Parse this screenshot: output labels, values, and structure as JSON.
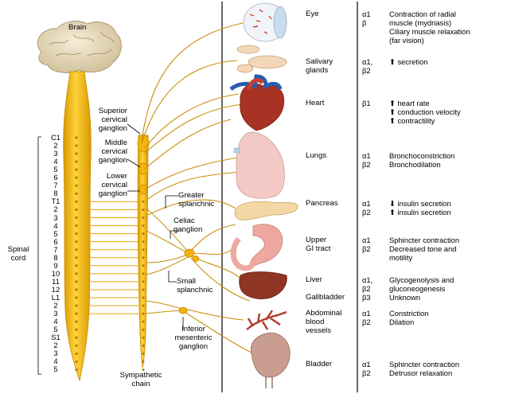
{
  "labels": {
    "brain": "Brain",
    "spinal_cord": "Spinal\ncord",
    "sympathetic_chain": "Sympathetic\nchain",
    "superior_cervical_ganglion": "Superior\ncervical\nganglion",
    "middle_cervical_ganglion": "Middle\ncervical\nganglion",
    "lower_cervical_ganglion": "Lower\ncervical\nganglion",
    "greater_splanchnic": "Greater\nsplanchnic",
    "celiac_ganglion": "Celiac\nganglion",
    "small_splanchnic": "Small\nsplanchnic",
    "inferior_mesenteric_ganglion": "Inferior\nmesenteric\nganglion"
  },
  "segments": [
    "C1",
    "2",
    "3",
    "4",
    "5",
    "6",
    "7",
    "8",
    "T1",
    "2",
    "3",
    "4",
    "5",
    "6",
    "7",
    "8",
    "9",
    "10",
    "11",
    "12",
    "L1",
    "2",
    "3",
    "4",
    "5",
    "S1",
    "2",
    "3",
    "4",
    "5"
  ],
  "organs": [
    {
      "name": "Eye",
      "receptors": "α1\nβ",
      "effects": "Contraction of radial\nmuscle (mydriasis)\nCiliary muscle relaxation\n(far vision)"
    },
    {
      "name": "Salivary\nglands",
      "receptors": "α1,\nβ2",
      "effects": "⬆ secretion"
    },
    {
      "name": "Heart",
      "receptors": "β1",
      "effects": "⬆ heart rate\n⬆ conduction velocity\n⬆ contractility"
    },
    {
      "name": "Lungs",
      "receptors": "α1\nβ2",
      "effects": "Bronchoconstriction\nBronchodilation"
    },
    {
      "name": "Pancreas",
      "receptors": "α1\nβ2",
      "effects": "⬇ insulin secretion\n⬆ insulin secretion"
    },
    {
      "name": "Upper\nGI tract",
      "receptors": "α1\nβ2",
      "effects": "Sphincter contraction\nDecreased tone and\nmotility"
    },
    {
      "name": "Liver",
      "receptors": "α1,\nβ2",
      "effects": "Glycogenolysis and\ngluconeogenesis"
    },
    {
      "name": "Gallbladder",
      "receptors": "β3",
      "effects": "Unknown"
    },
    {
      "name": "Abdominal\nblood\nvessels",
      "receptors": "α1\nβ2",
      "effects": "Constriction\nDilation"
    },
    {
      "name": "Bladder",
      "receptors": "α1\nβ2",
      "effects": "Sphincter contraction\nDetrusor relaxation"
    }
  ],
  "colors": {
    "nerve": "#f2b30c",
    "nerve_outline": "#c58a00",
    "fiber": "#c9900a",
    "brain": "#e8dcc0",
    "divider": "#000000"
  }
}
